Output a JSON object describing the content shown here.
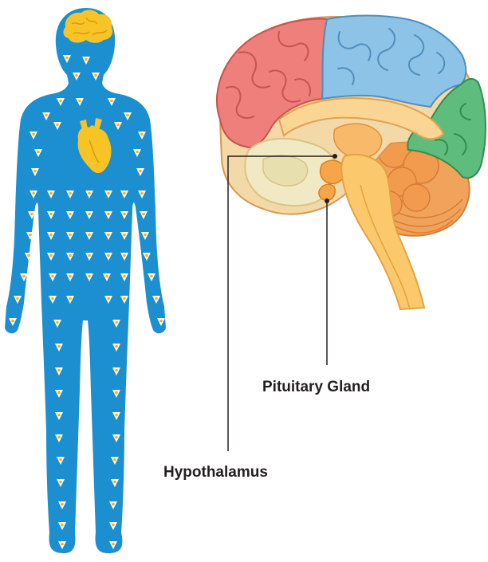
{
  "labels": {
    "pituitary": "Pituitary Gland",
    "hypothalamus": "Hypothalamus"
  },
  "colors": {
    "body": "#1c8fd0",
    "organ": "#f7c325",
    "marker_fill": "#ffffff",
    "marker_dot": "#f7b500",
    "frontal_lobe": "#ef7f7b",
    "parietal_lobe": "#8cc3e6",
    "occipital_lobe": "#5ebd7c",
    "brainstem": "#fbc96b",
    "cerebellum": "#f2a35b",
    "leader_line": "#231f20"
  },
  "icons": [
    "human-silhouette",
    "brain-icon",
    "heart-icon",
    "hormone-marker-icon",
    "brain-cross-section"
  ]
}
